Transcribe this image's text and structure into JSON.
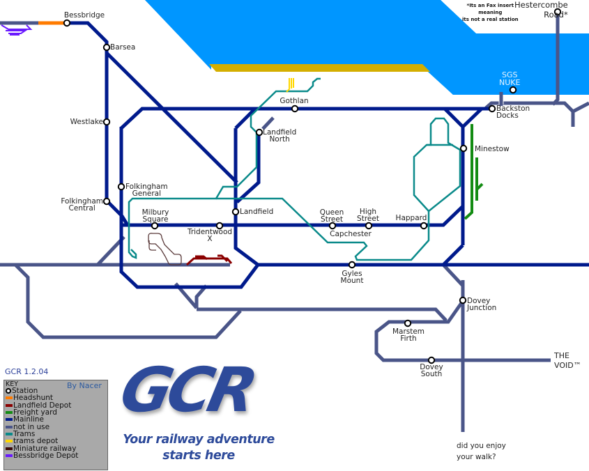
{
  "map": {
    "colors": {
      "water": "#0096ff",
      "shore": "#d4ae00",
      "mainline": "#001a8c",
      "not_in_use": "#4a5588",
      "trams": "#0a8a8a",
      "trams_depot": "#ffd700",
      "freight_yard": "#138c13",
      "headshunt": "#ff7b00",
      "landfield_depot": "#8b0000",
      "miniature_railway": "#3a1a1a",
      "bessbridge_depot": "#6a1aff"
    },
    "stations": [
      {
        "id": "bessbridge",
        "label": "Bessbridge"
      },
      {
        "id": "barsea",
        "label": "Barsea"
      },
      {
        "id": "westlake",
        "label": "Westlake"
      },
      {
        "id": "folkingham-general",
        "label": "Folkingham\nGeneral"
      },
      {
        "id": "folkingham-central",
        "label": "Folkingham\nCentral"
      },
      {
        "id": "milbury-square",
        "label": "Milbury\nSquare"
      },
      {
        "id": "tridentwood",
        "label": "Tridentwood\nX"
      },
      {
        "id": "landfield",
        "label": "Landfield"
      },
      {
        "id": "landfield-north",
        "label": "Landfield\nNorth"
      },
      {
        "id": "gothlan",
        "label": "Gothlan"
      },
      {
        "id": "queen-street",
        "label": "Queen\nStreet"
      },
      {
        "id": "high-street",
        "label": "High\nStreet"
      },
      {
        "id": "capchester",
        "label": "Capchester"
      },
      {
        "id": "happard",
        "label": "Happard"
      },
      {
        "id": "minestow",
        "label": "Minestow"
      },
      {
        "id": "backston-docks",
        "label": "Backston\nDocks"
      },
      {
        "id": "hestercombe-road",
        "label": "Hestercombe\nRoad*"
      },
      {
        "id": "gyles-mount",
        "label": "Gyles\nMount"
      },
      {
        "id": "dovey-junction",
        "label": "Dovey\nJunction"
      },
      {
        "id": "marstem-firth",
        "label": "Marstem\nFirth"
      },
      {
        "id": "dovey-south",
        "label": "Dovey\nSouth"
      }
    ],
    "sgs_nuke": "SGS\nNUKE",
    "footnote": "*Its an Fax insert\nmeaning\nits not a real station",
    "the_void": "THE\nVOID™",
    "end_text": "did you enjoy\nyour walk?"
  },
  "version": "GCR 1.2.04",
  "key": {
    "title": "KEY",
    "author": "By Nacer",
    "items": [
      {
        "label": "Station",
        "type": "station"
      },
      {
        "label": "Headshunt",
        "color": "#ff7b00"
      },
      {
        "label": "Landfield Depot",
        "color": "#8b0000"
      },
      {
        "label": "Freight yard",
        "color": "#138c13"
      },
      {
        "label": "Mainline",
        "color": "#001a8c"
      },
      {
        "label": "not in use",
        "color": "#4a5588"
      },
      {
        "label": "Trams",
        "color": "#0a8a8a"
      },
      {
        "label": "trams depot",
        "color": "#ffd700"
      },
      {
        "label": "Miniature railway",
        "color": "#3a0a0a"
      },
      {
        "label": "Bessbridge Depot",
        "color": "#6a1aff"
      }
    ]
  },
  "logo": {
    "text": "GCR",
    "tagline": "Your railway adventure\nstarts here"
  }
}
